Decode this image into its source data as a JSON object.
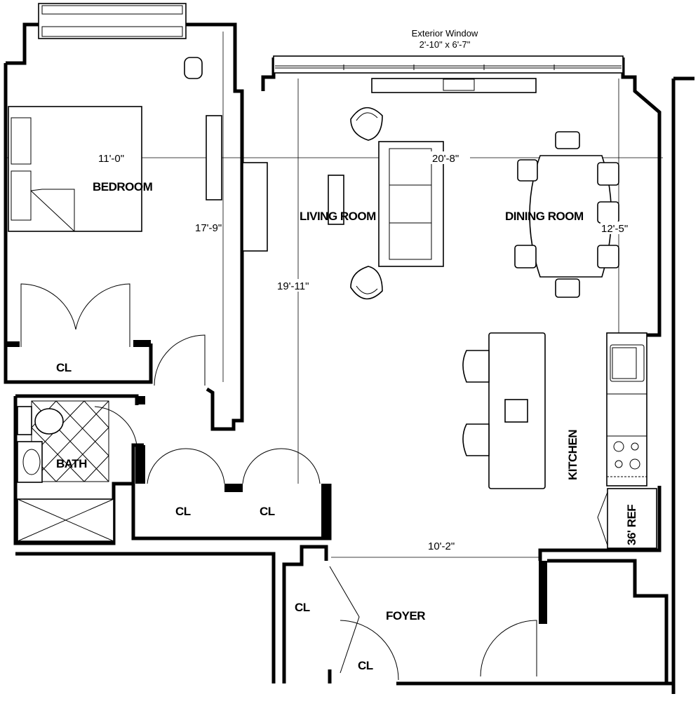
{
  "window_note": {
    "title": "Exterior Window",
    "size": "2'-10\" x 6'-7\""
  },
  "rooms": {
    "bedroom": "BEDROOM",
    "living_room": "LIVING ROOM",
    "dining_room": "DINING ROOM",
    "kitchen": "KITCHEN",
    "bath": "BATH",
    "foyer": "FOYER",
    "refrigerator": "36' REF",
    "closet_bedroom": "CL",
    "closet_hall_1": "CL",
    "closet_hall_2": "CL",
    "closet_foyer_1": "CL",
    "closet_foyer_2": "CL"
  },
  "dimensions": {
    "bedroom_width": "11'-0\"",
    "bedroom_length": "17'-9\"",
    "living_width": "20'-8\"",
    "living_length": "19'-11\"",
    "dining_length": "12'-5\"",
    "foyer_width": "10'-2\""
  }
}
